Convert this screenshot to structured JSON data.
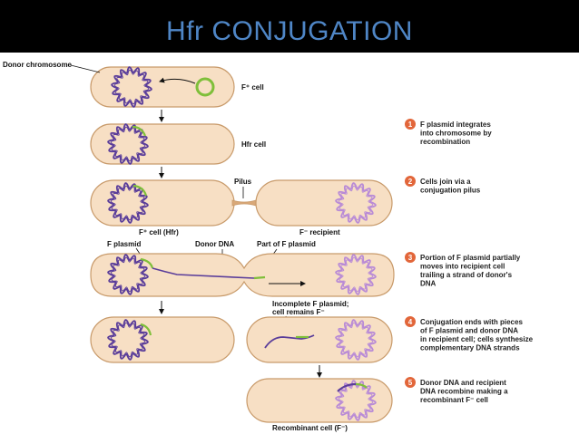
{
  "title": "Hfr CONJUGATION",
  "colors": {
    "title": "#4f86c6",
    "cell_fill": "#f7dfc4",
    "cell_stroke": "#c89a6a",
    "donor_chromosome": "#5a3d9a",
    "recipient_chromosome": "#b98bd6",
    "f_plasmid": "#7fbf3a",
    "step_badge": "#e2663a"
  },
  "labels": {
    "donor_chromosome": "Donor chromosome",
    "f_plus_cell": "F⁺ cell",
    "hfr_cell": "Hfr cell",
    "pilus": "Pilus",
    "f_plus_cell_hfr": "F⁺ cell (Hfr)",
    "f_minus_recipient": "F⁻ recipient",
    "f_plasmid": "F plasmid",
    "donor_dna": "Donor DNA",
    "part_of_f_plasmid": "Part of F plasmid",
    "incomplete_line1": "Incomplete F plasmid;",
    "incomplete_line2": "cell remains F⁻",
    "recombinant_cell": "Recombinant cell (F⁻)"
  },
  "steps": [
    {
      "number": "1",
      "lines": [
        "F plasmid integrates",
        "into chromosome by",
        "recombination"
      ]
    },
    {
      "number": "2",
      "lines": [
        "Cells join via a",
        "conjugation pilus"
      ]
    },
    {
      "number": "3",
      "lines": [
        "Portion of F plasmid partially",
        "moves into recipient cell",
        "trailing a strand of donor's",
        "DNA"
      ]
    },
    {
      "number": "4",
      "lines": [
        "Conjugation ends with pieces",
        "of F plasmid and donor DNA",
        "in recipient cell; cells synthesize",
        "complementary DNA strands"
      ]
    },
    {
      "number": "5",
      "lines": [
        "Donor DNA and recipient",
        "DNA recombine making a",
        "recombinant F⁻ cell"
      ]
    }
  ]
}
